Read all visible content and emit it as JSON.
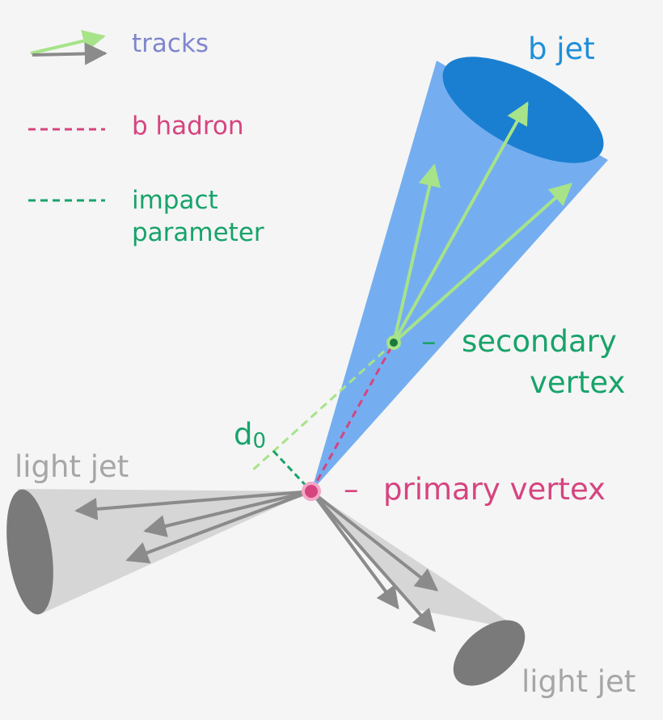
{
  "legend": {
    "tracks": "tracks",
    "b_hadron": "b hadron",
    "impact_parameter_line1": "impact",
    "impact_parameter_line2": "parameter"
  },
  "labels": {
    "b_jet": "b jet",
    "secondary_vertex_dash": "–",
    "secondary_vertex_line1": "secondary",
    "secondary_vertex_line2": "vertex",
    "primary_vertex_dash": "–",
    "primary_vertex": "primary vertex",
    "d0_main": "d",
    "d0_sub": "0",
    "light_jet_left": "light jet",
    "light_jet_right": "light jet"
  },
  "colors": {
    "background": "#f5f5f5",
    "b_jet_text": "#1e90d8",
    "b_jet_cone": "#74aef0",
    "b_jet_cap": "#1a7fd0",
    "light_jet_text": "#a6a6a6",
    "light_jet_cone": "#d6d6d6",
    "light_jet_cap": "#7a7a7a",
    "tracks_text": "#7f86cc",
    "b_hadron": "#d6447f",
    "impact_parameter": "#18a36a",
    "track_green": "#a7e389",
    "track_gray": "#8b8b8b",
    "primary_vertex_fill": "#d6447f",
    "secondary_vertex_fill": "#1a7a3c"
  },
  "icons": [
    "arrow-icon",
    "dashed-line-icon",
    "vertex-dot-icon"
  ]
}
